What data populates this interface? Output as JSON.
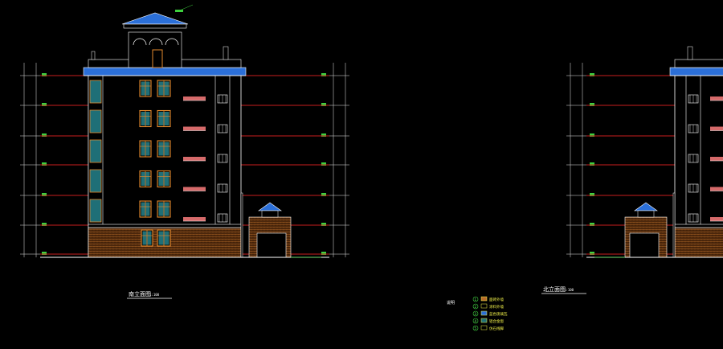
{
  "colors": {
    "background": "#000000",
    "floor_line": "#c81e1e",
    "wall": "#ffffff",
    "window_frame": "#e58a2e",
    "glass": "#1f6f77",
    "roof_blue": "#2b6fd8",
    "brick": "#b86b2a",
    "green": "#3ed13e",
    "dim_line": "#e6e6e6",
    "yellow": "#f2f24a",
    "balcony_rail": "#d66a6a"
  },
  "left_elevation": {
    "title": "南立面图",
    "scale": "1:100"
  },
  "right_elevation": {
    "title": "北立面图",
    "scale": "1:100"
  },
  "legend": {
    "heading": "说明",
    "items": [
      {
        "num": "1",
        "label": "面砖外墙"
      },
      {
        "num": "2",
        "label": "涂料外墙"
      },
      {
        "num": "3",
        "label": "蓝色琉璃瓦"
      },
      {
        "num": "4",
        "label": "铝合金窗"
      },
      {
        "num": "5",
        "label": "仿石线脚"
      }
    ]
  }
}
